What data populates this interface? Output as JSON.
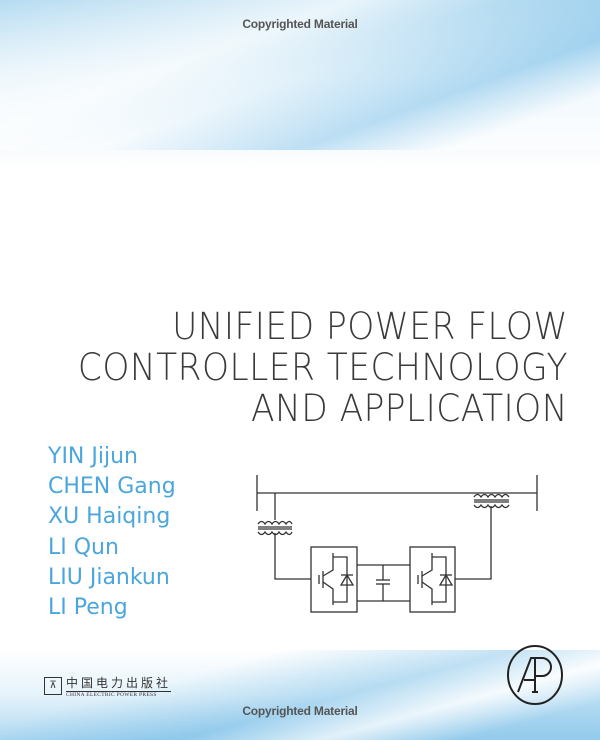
{
  "watermark": "Copyrighted Material",
  "title_lines": [
    "UNIFIED POWER FLOW",
    "CONTROLLER TECHNOLOGY",
    "AND APPLICATION"
  ],
  "authors": [
    "YIN Jijun",
    "CHEN Gang",
    "XU Haiqing",
    "LI Qun",
    "LIU Jiankun",
    "LI Peng"
  ],
  "publisher": {
    "chinese_name": "中国电力出版社",
    "english_name": "CHINA ELECTRIC POWER PRESS"
  },
  "imprint_logo": "AP",
  "colors": {
    "author_blue": "#4ba6dc",
    "title_gray": "#3a3a3a"
  }
}
